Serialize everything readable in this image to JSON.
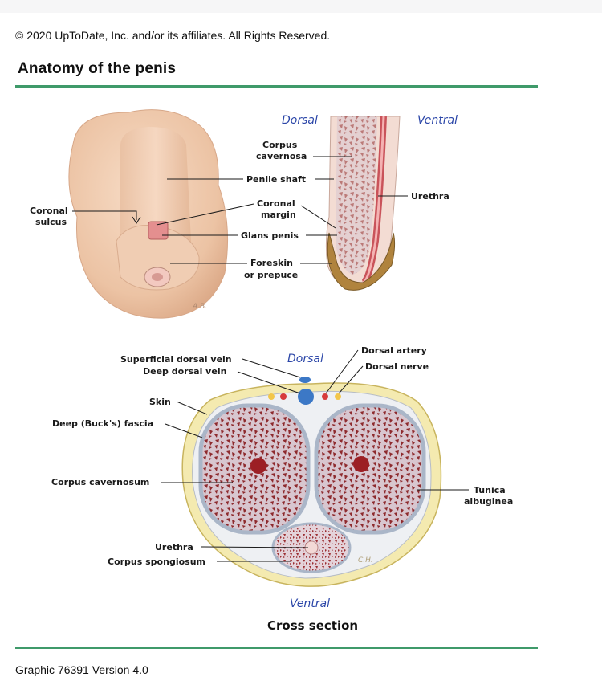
{
  "copyright": "© 2020 UpToDate, Inc. and/or its affiliates. All Rights Reserved.",
  "title": "Anatomy of the penis",
  "footer": "Graphic 76391 Version 4.0",
  "colors": {
    "accent_rule": "#3f9a6a",
    "orientation_text": "#2b46a8"
  },
  "diagram": {
    "side_view": {
      "orientation": {
        "dorsal": "Dorsal",
        "ventral": "Ventral"
      },
      "labels": {
        "coronal_sulcus_1": "Coronal",
        "coronal_sulcus_2": "sulcus",
        "corpus_cavernosa_1": "Corpus",
        "corpus_cavernosa_2": "cavernosa",
        "penile_shaft": "Penile shaft",
        "coronal_margin_1": "Coronal",
        "coronal_margin_2": "margin",
        "glans_penis": "Glans penis",
        "foreskin_1": "Foreskin",
        "foreskin_2": "or prepuce",
        "urethra": "Urethra"
      }
    },
    "cross_section": {
      "orientation": {
        "dorsal": "Dorsal",
        "ventral": "Ventral"
      },
      "caption": "Cross section",
      "labels": {
        "superficial_dorsal_vein": "Superficial dorsal vein",
        "deep_dorsal_vein": "Deep dorsal vein",
        "dorsal_artery": "Dorsal artery",
        "dorsal_nerve": "Dorsal nerve",
        "skin": "Skin",
        "bucks_fascia": "Deep (Buck's) fascia",
        "corpus_cavernosum": "Corpus cavernosum",
        "tunica_1": "Tunica",
        "tunica_2": "albuginea",
        "urethra": "Urethra",
        "corpus_spongiosum": "Corpus spongiosum"
      }
    }
  }
}
